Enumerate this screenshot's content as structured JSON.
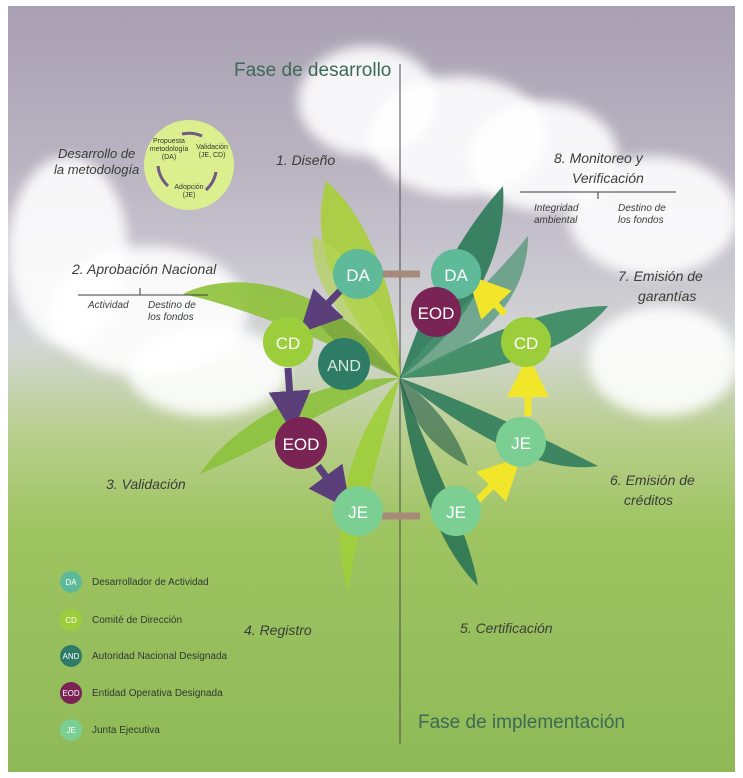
{
  "phases": {
    "development": "Fase de desarrollo",
    "implementation": "Fase de implementación"
  },
  "methodology": {
    "title": "Desarrollo de la metodología",
    "title_line1": "Desarrollo de",
    "title_line2": "la metodología",
    "steps": {
      "proposal": "Propuesta metodología (DA)",
      "validation": "Validación (JE, CD)",
      "adoption": "Adopción (JE)"
    }
  },
  "steps": {
    "s1": "1. Diseño",
    "s2": "2. Aprobación Nacional",
    "s2_sub_left": "Actividad",
    "s2_sub_right": "Destino de los fondos",
    "s3": "3. Validación",
    "s4": "4. Registro",
    "s5": "5. Certificación",
    "s6": "6. Emisión de créditos",
    "s6_line1": "6. Emisión de",
    "s6_line2": "créditos",
    "s7": "7. Emisión de garantías",
    "s7_line1": "7. Emisión de",
    "s7_line2": "garantías",
    "s8": "8. Monitoreo y Verificación",
    "s8_line1": "8. Monitoreo y",
    "s8_line2": "Verificación",
    "s8_sub_left": "Integridad ambiental",
    "s8_sub_right": "Destino de los fondos"
  },
  "nodes": {
    "da_left": "DA",
    "cd_left": "CD",
    "and": "AND",
    "eod_left": "EOD",
    "je_left": "JE",
    "da_right": "DA",
    "eod_right": "EOD",
    "cd_right": "CD",
    "je_right_top": "JE",
    "je_right_bottom": "JE"
  },
  "legend": [
    {
      "abbr": "DA",
      "label": "Desarrollador de Actividad",
      "color": "#5fba9a"
    },
    {
      "abbr": "CD",
      "label": "Comité de Dirección",
      "color": "#9ccd3a"
    },
    {
      "abbr": "AND",
      "label": "Autoridad Nacional Designada",
      "color": "#2f7c66"
    },
    {
      "abbr": "EOD",
      "label": "Entidad Operativa Designada",
      "color": "#7a2456"
    },
    {
      "abbr": "JE",
      "label": "Junta Ejecutiva",
      "color": "#7ccf92"
    }
  ],
  "colors": {
    "da": "#5fba9a",
    "cd": "#9ccd3a",
    "and": "#2f7c66",
    "eod": "#7a2456",
    "je": "#7ccf92",
    "arrow_left": "#5b3f7a",
    "arrow_right": "#f2e62a",
    "connector": "#a88a7a"
  }
}
